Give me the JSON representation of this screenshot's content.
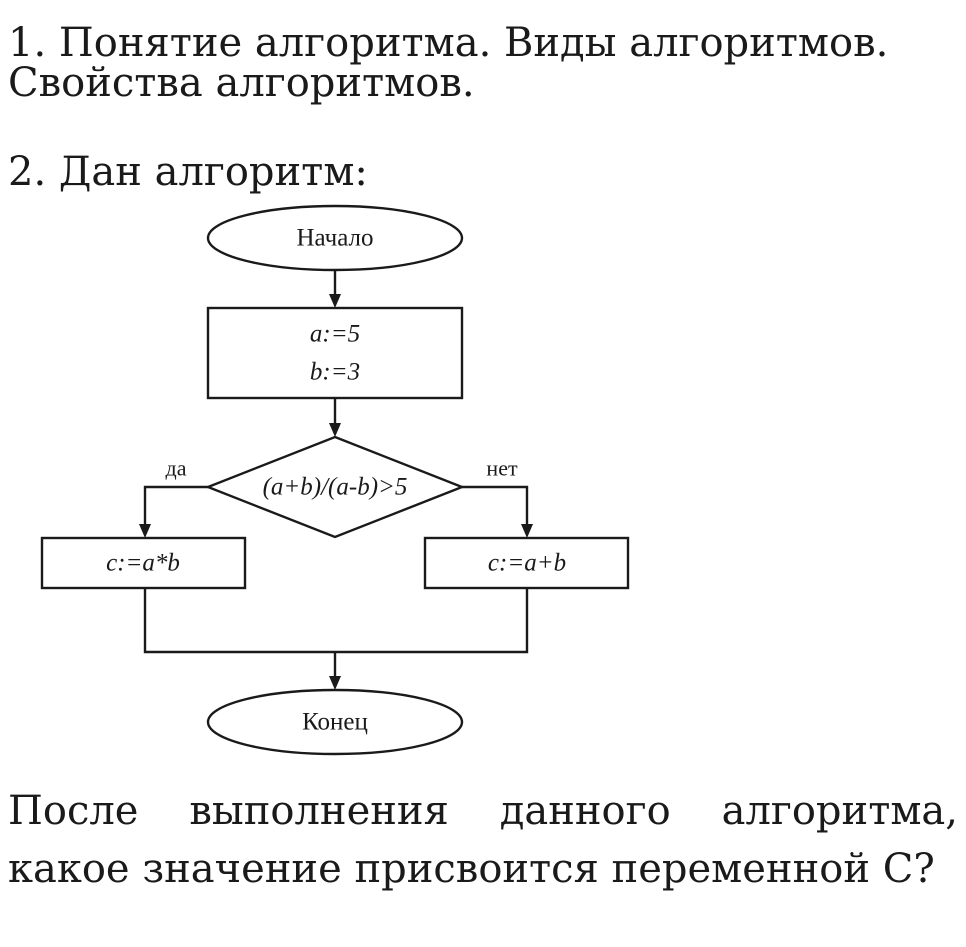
{
  "task1": {
    "line1": "1. Понятие алгоритма. Виды алгоритмов.",
    "line2": "Свойства алгоритмов."
  },
  "task2": {
    "heading": "2. Дан алгоритм:"
  },
  "flowchart": {
    "start_label": "Начало",
    "assign_a": "a:=5",
    "assign_b": "b:=3",
    "condition": "(a+b)/(a-b)>5",
    "yes_label": "да",
    "no_label": "нет",
    "yes_action": "c:=a*b",
    "no_action": "c:=a+b",
    "end_label": "Конец"
  },
  "question": {
    "text": "После выполнения данного алгоритма, какое значение присвоится переменной С?"
  }
}
